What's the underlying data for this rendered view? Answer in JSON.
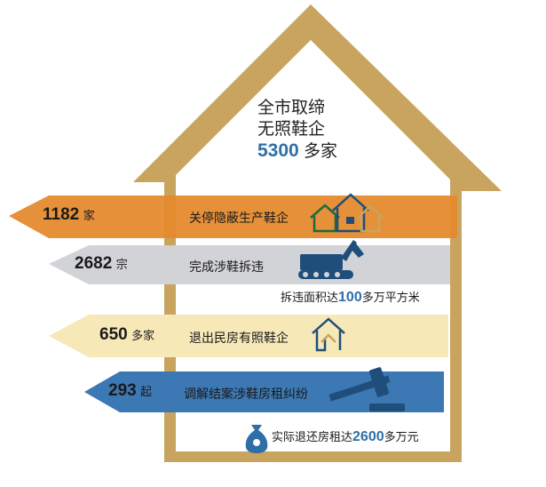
{
  "title": {
    "line1": "全市取缔",
    "line2": "无照鞋企",
    "number": "5300",
    "unit": "多家"
  },
  "rows": [
    {
      "number": "1182",
      "unit": "家",
      "text": "关停隐蔽生产鞋企",
      "icon": "houses-icon",
      "color": "#e58a2e"
    },
    {
      "number": "2682",
      "unit": "宗",
      "text": "完成涉鞋拆违",
      "icon": "excavator-icon",
      "color": "#d2d3d6"
    },
    {
      "number": "650",
      "unit": "多家",
      "text": "退出民房有照鞋企",
      "icon": "house-arrow-icon",
      "color": "#f7e8b8"
    },
    {
      "number": "293",
      "unit": "起",
      "text": "调解结案涉鞋房租纠纷",
      "icon": "gavel-icon",
      "color": "#3c78b4"
    }
  ],
  "notes": {
    "demolition_pre": "拆违面积达",
    "demolition_value": "100",
    "demolition_post": "多万平方米",
    "rent_pre": "实际退还房租达",
    "rent_value": "2600",
    "rent_post": "多万元"
  },
  "colors": {
    "house_outline": "#c9a45f",
    "accent_blue": "#2f6fa8",
    "icon_dark": "#1f4e7a"
  }
}
